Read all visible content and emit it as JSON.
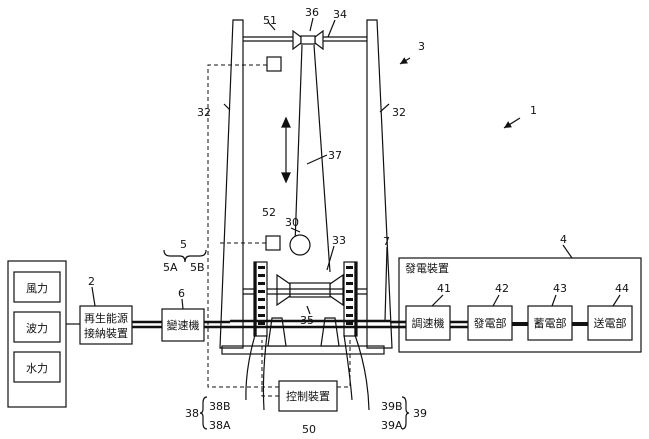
{
  "inputs": [
    "風力",
    "波力",
    "水力"
  ],
  "blocks": {
    "storage": "再生能源\n接納裝置",
    "gearbox": "變速機",
    "power_gen_title": "發電裝置",
    "governor": "調速機",
    "generator": "發電部",
    "accumulator": "蓄電部",
    "transmitter": "送電部",
    "control": "控制裝置"
  },
  "refs": {
    "r1": "1",
    "r2": "2",
    "r3": "3",
    "r4": "4",
    "r5": "5",
    "r5a": "5A",
    "r5b": "5B",
    "r6": "6",
    "r7": "7",
    "r30": "30",
    "r32a": "32",
    "r32b": "32",
    "r33": "33",
    "r34": "34",
    "r35": "35",
    "r36": "36",
    "r37": "37",
    "r38": "38",
    "r38a": "38A",
    "r38b": "38B",
    "r39": "39",
    "r39a": "39A",
    "r39b": "39B",
    "r41": "41",
    "r42": "42",
    "r43": "43",
    "r44": "44",
    "r50": "50",
    "r51": "51",
    "r52": "52"
  }
}
